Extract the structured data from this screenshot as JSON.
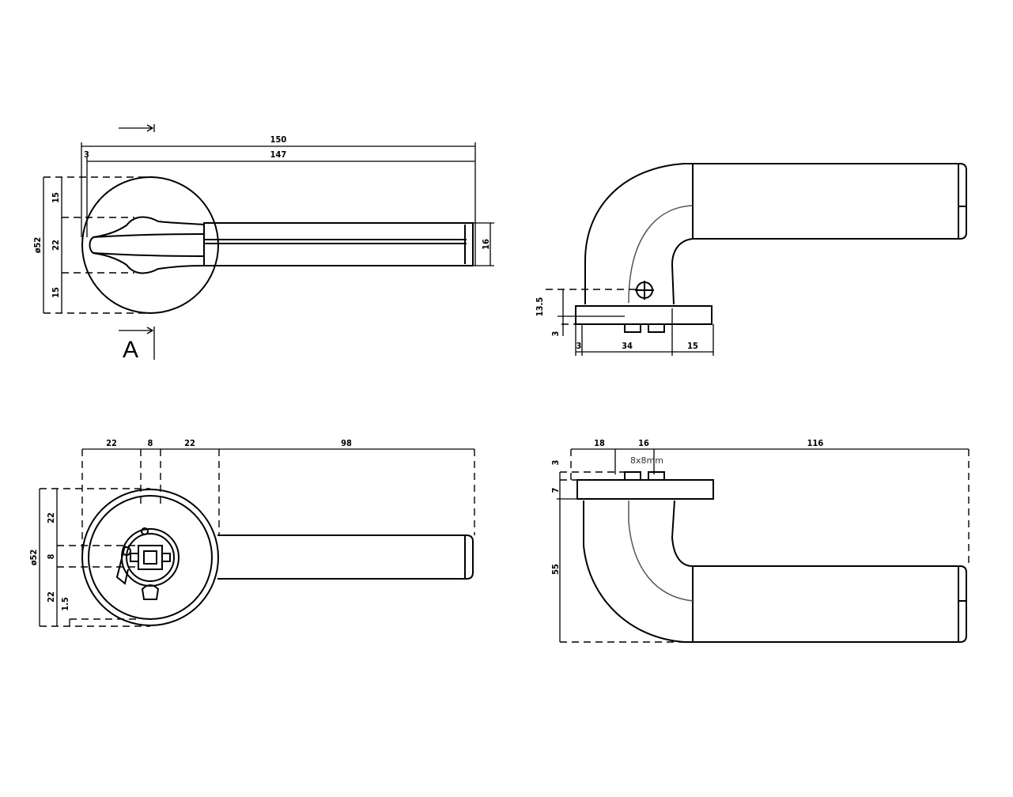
{
  "views": {
    "front": {
      "dims": {
        "overall": "150",
        "lever": "147",
        "offset": "3",
        "rosette_dia": "ø52",
        "top": "15",
        "mid": "22",
        "bottom": "15",
        "lever_height": "16"
      },
      "section_label": "A"
    },
    "side_top": {
      "dims": {
        "height": "13.5",
        "spindle": "3",
        "left": "3",
        "base": "34",
        "right": "15"
      }
    },
    "rear": {
      "dims": {
        "a": "22",
        "b": "8",
        "c": "22",
        "lever": "98",
        "rosette_dia": "ø52",
        "v_top": "22",
        "v_mid": "8",
        "v_bot": "22",
        "v_small": "1.5"
      }
    },
    "side_bottom": {
      "dims": {
        "a": "18",
        "b": "16",
        "lever": "116",
        "spindle": "3",
        "plate": "7",
        "height": "55"
      },
      "spindle_note": "8x8mm"
    }
  }
}
